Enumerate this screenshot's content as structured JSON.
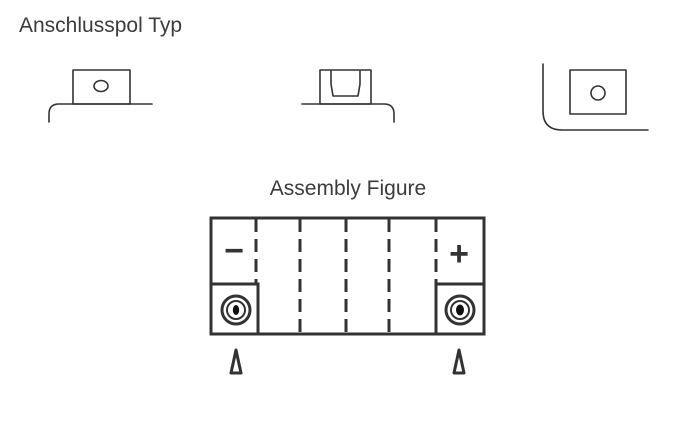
{
  "terminal_section": {
    "title": "Anschlusspol Typ",
    "terminal_types": [
      {
        "icon": "flat-tab-terminal-icon"
      },
      {
        "icon": "recessed-tab-terminal-icon"
      },
      {
        "icon": "corner-offset-terminal-icon"
      }
    ]
  },
  "assembly_section": {
    "title": "Assembly Figure",
    "negative_symbol": "−",
    "positive_symbol": "+",
    "cell_count": 6
  },
  "colors": {
    "line": "#333333",
    "heading_text": "#3c3c3c",
    "background": "#ffffff"
  }
}
